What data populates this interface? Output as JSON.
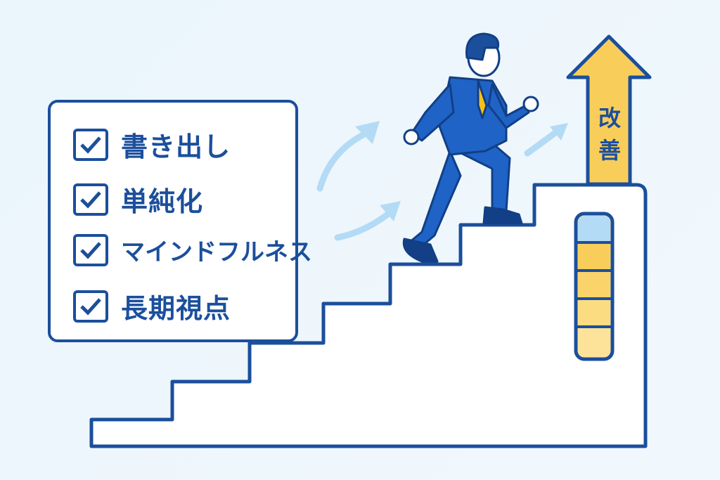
{
  "checklist": {
    "items": [
      {
        "label": "書き出し",
        "checked": true
      },
      {
        "label": "単純化",
        "checked": true
      },
      {
        "label": "マインドフルネス",
        "checked": true
      },
      {
        "label": "長期視点",
        "checked": true
      }
    ]
  },
  "improvement_arrow": {
    "label_line1": "改",
    "label_line2": "善"
  },
  "progress_gauge": {
    "filled_segments": 4,
    "total_segments": 5
  },
  "colors": {
    "outline": "#1b4f9c",
    "accent_yellow": "#f9cd5a",
    "light_blue": "#a9d4f2",
    "suit_blue": "#1f63c6"
  }
}
